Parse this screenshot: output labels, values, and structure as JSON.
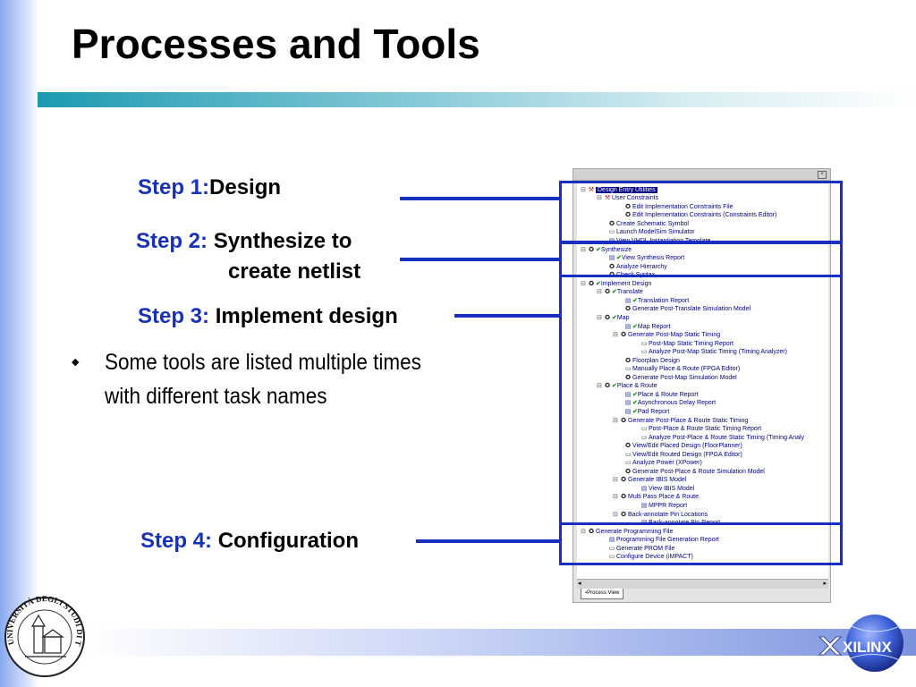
{
  "title": "Processes and Tools",
  "steps": [
    {
      "label": "Step 1:",
      "text": "Design"
    },
    {
      "label": "Step 2:",
      "text": "Synthesize to",
      "text2": "create netlist"
    },
    {
      "label": "Step 3:",
      "text": "Implement design"
    },
    {
      "label": "Step 4:",
      "text": "Configuration"
    }
  ],
  "bullet": "Some tools are listed multiple times with different task names",
  "tree": {
    "rows": [
      {
        "t": "Design Entry Utilities"
      },
      {
        "t": "User Constraints"
      },
      {
        "t": "Edit Implementation Constraints File"
      },
      {
        "t": "Edit Implementation Constraints (Constraints Editor)"
      },
      {
        "t": "Create Schematic Symbol"
      },
      {
        "t": "Launch ModelSim Simulator"
      },
      {
        "t": "View VHDL Instantiation Template"
      },
      {
        "t": "Synthesize"
      },
      {
        "t": "View Synthesis Report"
      },
      {
        "t": "Analyze Hierarchy"
      },
      {
        "t": "Check Syntax"
      },
      {
        "t": "Implement Design"
      },
      {
        "t": "Translate"
      },
      {
        "t": "Translation Report"
      },
      {
        "t": "Generate Post-Translate Simulation Model"
      },
      {
        "t": "Map"
      },
      {
        "t": "Map Report"
      },
      {
        "t": "Generate Post-Map Static Timing"
      },
      {
        "t": "Post-Map Static Timing Report"
      },
      {
        "t": "Analyze Post-Map Static Timing (Timing Analyzer)"
      },
      {
        "t": "Floorplan Design"
      },
      {
        "t": "Manually Place & Route (FPGA Editor)"
      },
      {
        "t": "Generate Post-Map Simulation Model"
      },
      {
        "t": "Place & Route"
      },
      {
        "t": "Place & Route Report"
      },
      {
        "t": "Asynchronous Delay Report"
      },
      {
        "t": "Pad Report"
      },
      {
        "t": "Generate Post-Place & Route Static Timing"
      },
      {
        "t": "Post-Place & Route Static Timing Report"
      },
      {
        "t": "Analyze Post-Place & Route Static Timing (Timing Analy"
      },
      {
        "t": "View/Edit Placed Design (FloorPlanner)"
      },
      {
        "t": "View/Edit Routed Design (FPGA Editor)"
      },
      {
        "t": "Analyze Power (XPower)"
      },
      {
        "t": "Generate Post-Place & Route Simulation Model"
      },
      {
        "t": "Generate IBIS Model"
      },
      {
        "t": "View IBIS Model"
      },
      {
        "t": "Multi Pass Place & Route"
      },
      {
        "t": "MPPR Report"
      },
      {
        "t": "Back-annotate Pin Locations"
      },
      {
        "t": "Back-annotate Pin Report"
      },
      {
        "t": "Generate Programming File"
      },
      {
        "t": "Programming File Generation Report"
      },
      {
        "t": "Generate PROM File"
      },
      {
        "t": "Configure Device (iMPACT)"
      }
    ],
    "tab": "Process View"
  },
  "logo_text": "XILINX",
  "seal_text": "UNIVERSITÀ DEGLI STUDI DI TRIESTE",
  "colors": {
    "accent": "#1830c0",
    "step_label": "#1832b6",
    "title_bar": "#1c9ab0"
  }
}
